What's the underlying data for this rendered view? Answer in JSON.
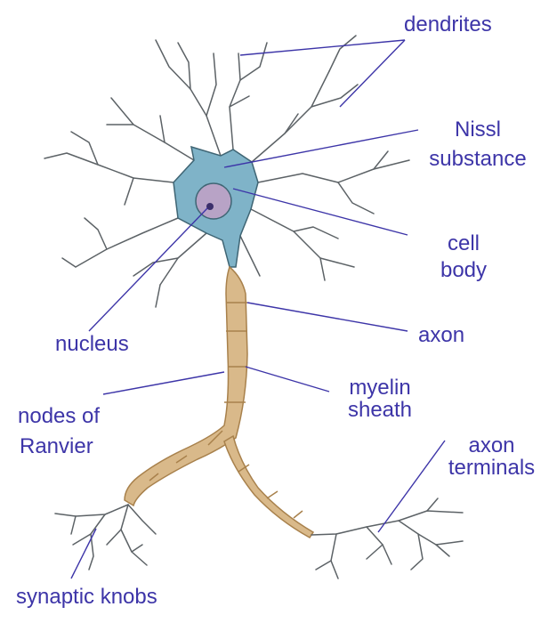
{
  "colors": {
    "label": "#3d35a8",
    "leader": "#3d35a8",
    "soma_fill": "#7fb3c8",
    "soma_stroke": "#3f6574",
    "nucleus": "#b8a3c6",
    "nucleolus": "#3b2f6b",
    "myelin": "#d9b98a",
    "myelin_stroke": "#a8814c",
    "dendrite": "#5c6266"
  },
  "labels": {
    "dendrites": "dendrites",
    "nissl": "Nissl",
    "substance": "substance",
    "cell": "cell",
    "body": "body",
    "nucleus": "nucleus",
    "axon": "axon",
    "myelin": "myelin",
    "sheath": "sheath",
    "nodes_of": "nodes of",
    "ranvier": "Ranvier",
    "axon_terminals_1": "axon",
    "axon_terminals_2": "terminals",
    "synaptic_knobs": "synaptic knobs"
  }
}
